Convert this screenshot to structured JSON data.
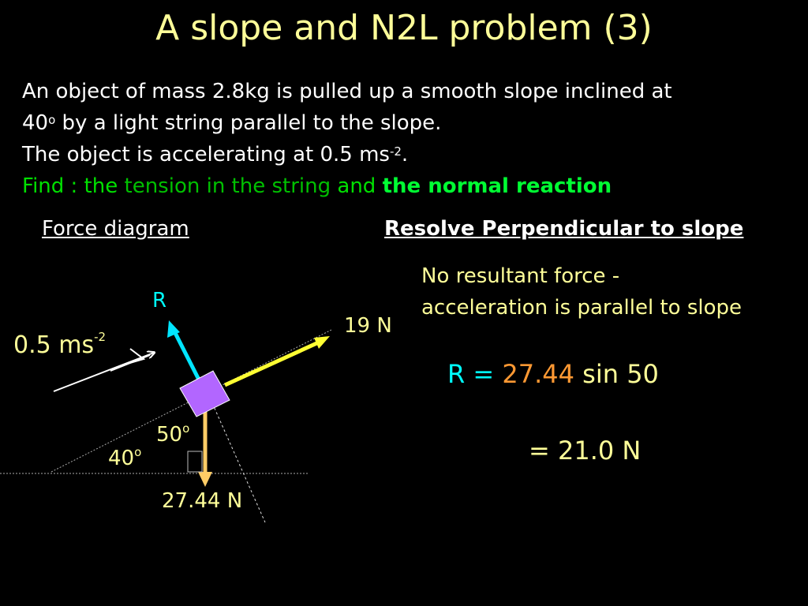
{
  "title": "A slope and N2L problem (3)",
  "problem": {
    "line1": "An object of mass 2.8kg is pulled up a smooth slope inclined at",
    "line2_a": "40",
    "line2_sup": "o",
    "line2_b": " by a light string parallel to the slope.",
    "line3_a": "The object is accelerating at 0.5 ms",
    "line3_sup": "-2",
    "line3_b": ".",
    "find_a": "Find : the ",
    "find_b": "tension in the string",
    "find_c": " and ",
    "find_d": "the normal reaction"
  },
  "sections": {
    "left": "Force diagram",
    "right": "Resolve Perpendicular to slope"
  },
  "note": {
    "line1": "No resultant force -",
    "line2": "acceleration is parallel to slope"
  },
  "equation1": {
    "lhs": "R = ",
    "value": "27.44",
    "rhs": " sin 50"
  },
  "equation2": "= 21.0 N",
  "diagram": {
    "label_r": "R",
    "label_tension": "19 N",
    "label_weight": "27.44 N",
    "label_accel": "0.5 ms",
    "label_accel_sup": "-2",
    "label_angle50": "50",
    "label_angle50_sup": "o",
    "label_angle40": "40",
    "label_angle40_sup": "o",
    "colors": {
      "block": "#b266ff",
      "normal_arrow": "#00e5ff",
      "tension_arrow": "#ffff33",
      "weight_arrow": "#ffcc66"
    }
  }
}
